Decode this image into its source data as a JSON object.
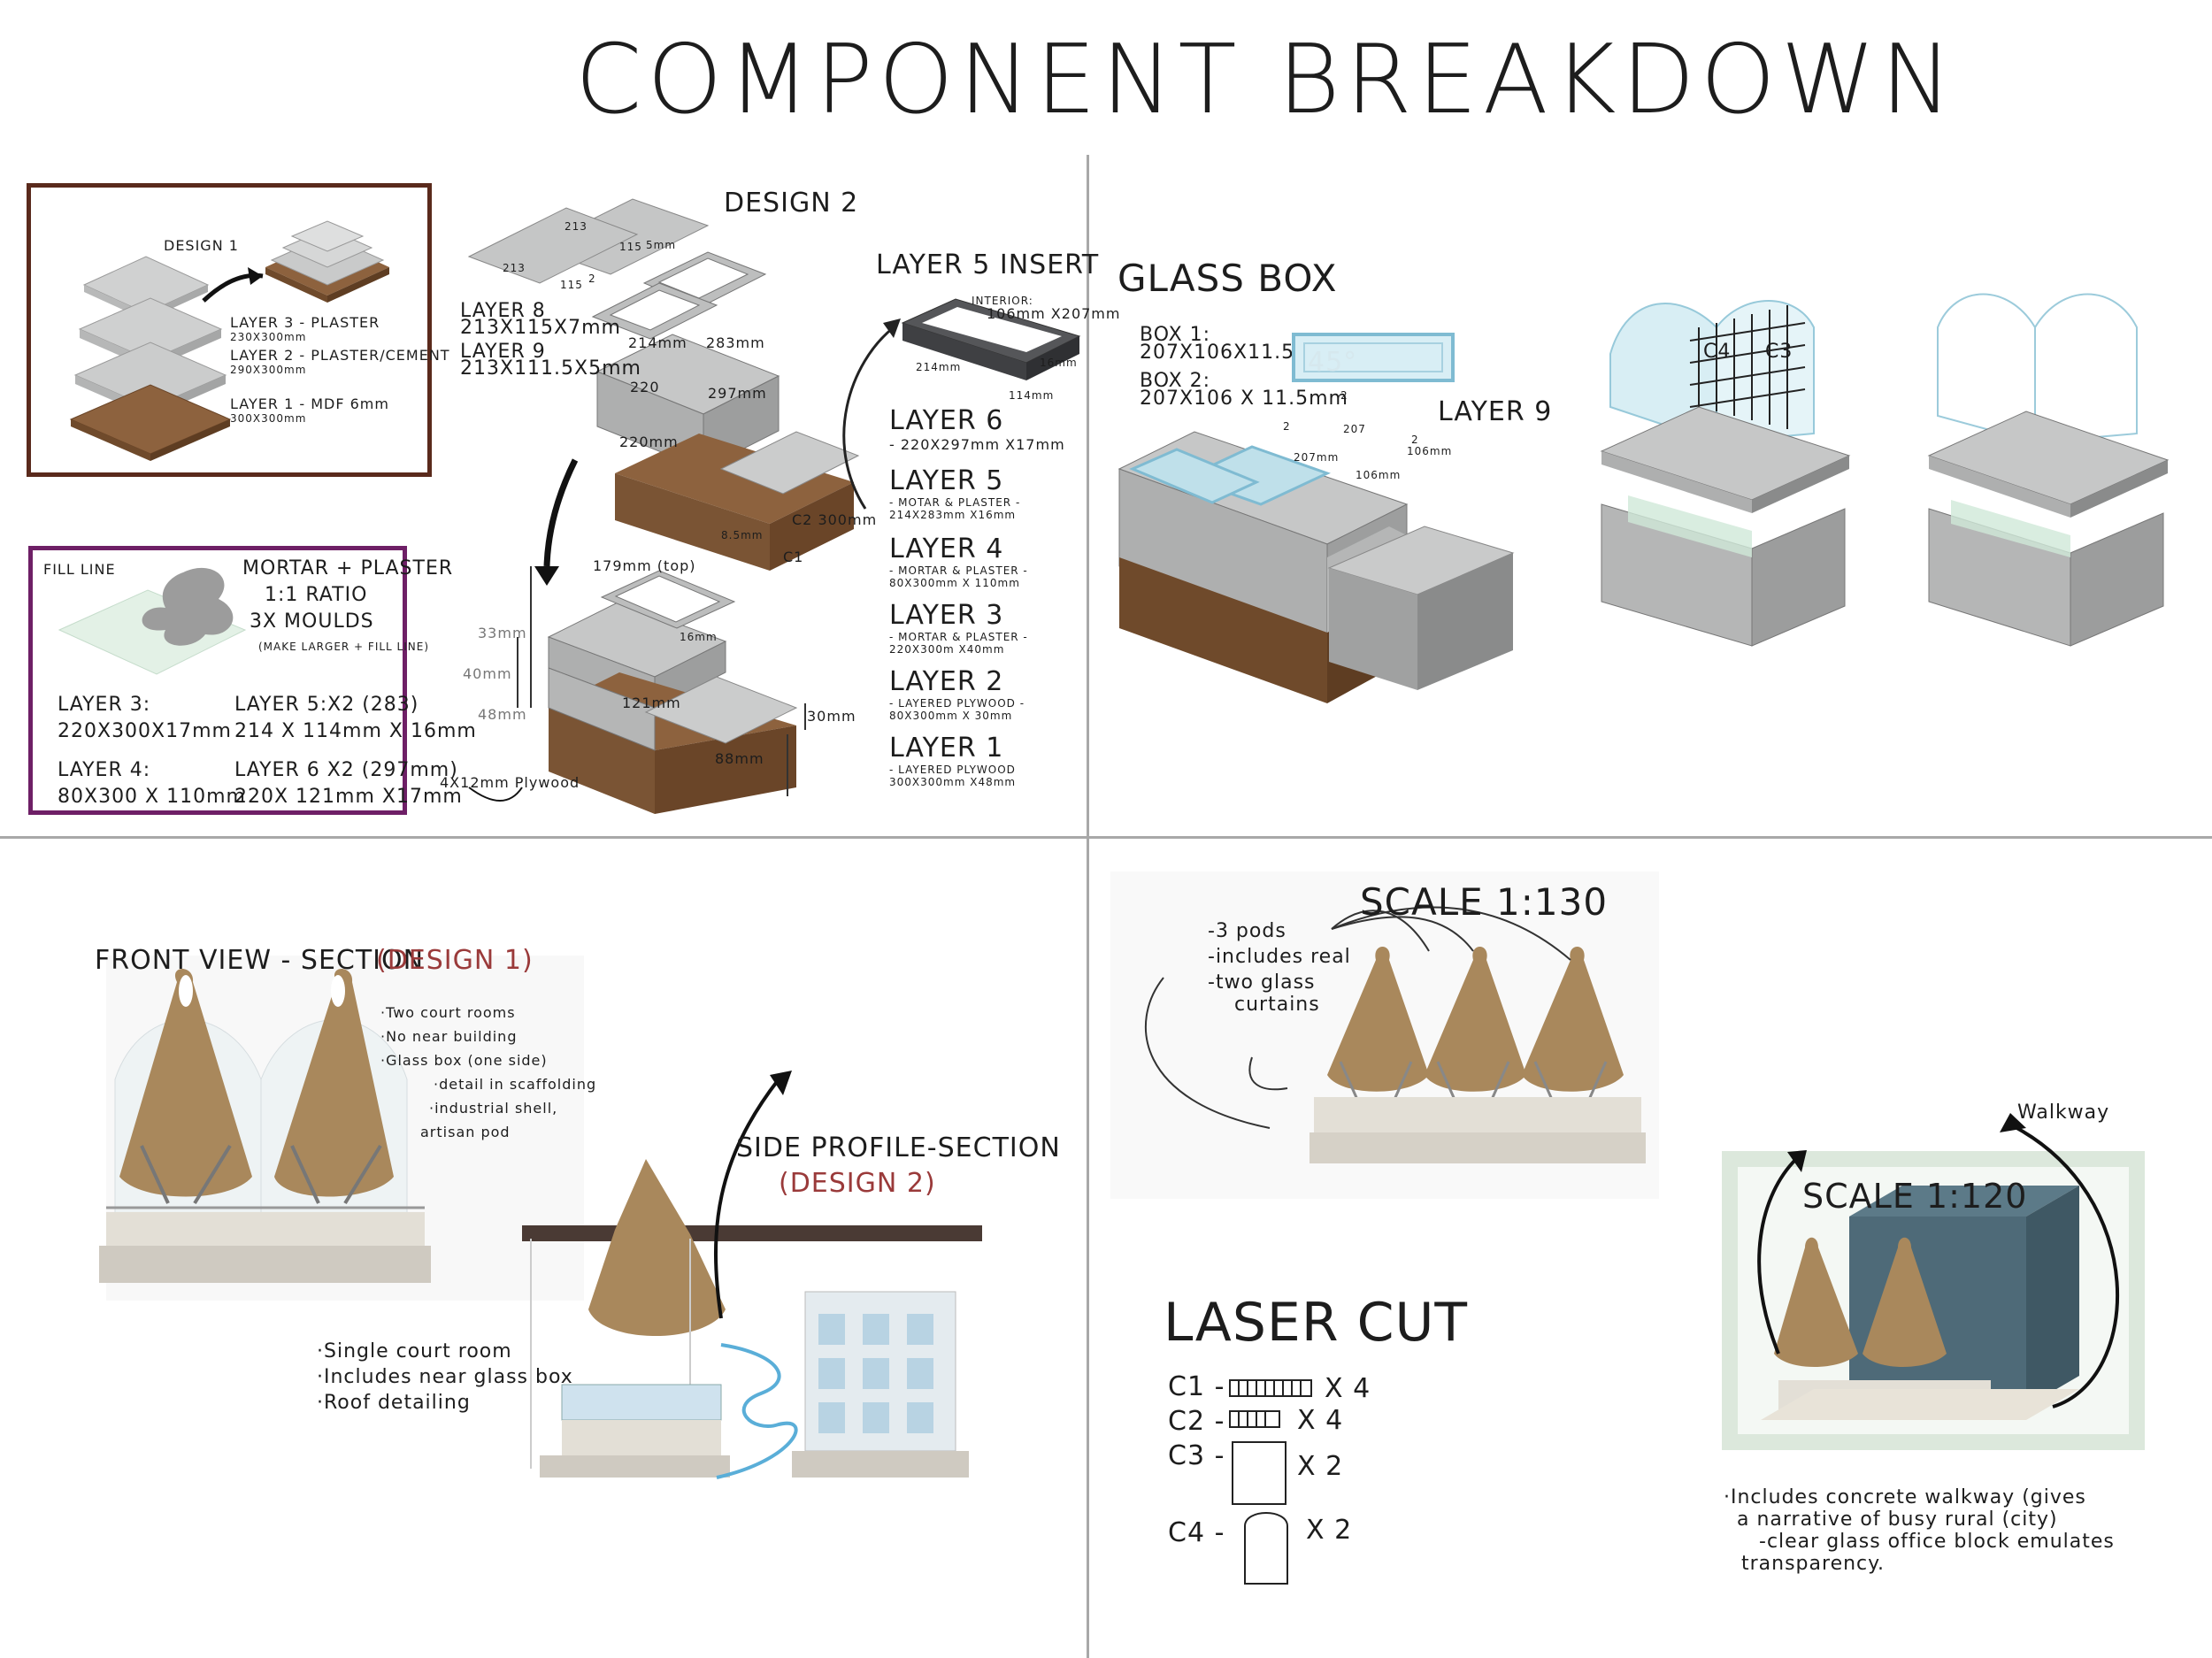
{
  "title": "COMPONENT BREAKDOWN",
  "design1_box": {
    "label": "DESIGN 1",
    "layers": [
      {
        "name": "LAYER 3 - PLASTER",
        "dim": "230X300mm"
      },
      {
        "name": "LAYER 2 - PLASTER/CEMENT",
        "dim": "290X300mm"
      },
      {
        "name": "LAYER 1 - MDF 6mm",
        "dim": "300X300mm"
      }
    ]
  },
  "fill_box": {
    "fill_line": "FILL LINE",
    "heading": "MORTAR + PLASTER",
    "ratio": "1:1 RATIO",
    "moulds": "3X MOULDS",
    "note": "(MAKE LARGER + FILL LINE)",
    "items": [
      {
        "name": "LAYER 3:",
        "dim": "220X300X17mm"
      },
      {
        "name": "LAYER 5:X2 (283)",
        "dim": "214 X 114mm X 16mm"
      },
      {
        "name": "LAYER 4:",
        "dim": "80X300 X 110mm"
      },
      {
        "name": "LAYER 6 X2 (297mm)",
        "dim": "220X 121mm X17mm"
      }
    ]
  },
  "design2": {
    "title": "DESIGN 2",
    "layer8": {
      "name": "LAYER 8",
      "dim": "213X115X7mm"
    },
    "layer9": {
      "name": "LAYER 9",
      "dim": "213X111.5X5mm"
    },
    "insert": {
      "title": "LAYER 5 INSERT",
      "interior": "INTERIOR:",
      "interior_dim": "106mm X207mm",
      "dims": [
        "16mm",
        "214mm",
        "114mm"
      ]
    },
    "layers": [
      {
        "name": "LAYER 6",
        "dim": "- 220X297mm X17mm"
      },
      {
        "name": "LAYER 5",
        "dim": "- MOTAR & PLASTER - 214X283mm X16mm"
      },
      {
        "name": "LAYER 4",
        "dim": "- MORTAR & PLASTER - 80X300mm X 110mm"
      },
      {
        "name": "LAYER 3",
        "dim": "- MORTAR & PLASTER - 220X300m X40mm"
      },
      {
        "name": "LAYER 2",
        "dim": "- LAYERED PLYWOOD - 80X300mm X 30mm"
      },
      {
        "name": "LAYER 1",
        "dim": "- LAYERED PLYWOOD 300X300mm X48mm"
      }
    ],
    "model_labels": [
      "213",
      "115",
      "5mm",
      "213",
      "115",
      "2",
      "214mm",
      "283mm",
      "220",
      "297mm",
      "220mm",
      "C2 300mm",
      "C1",
      "8.5mm"
    ],
    "dim_labels": {
      "top": "179mm (top)",
      "d33": "33mm",
      "d40": "40mm",
      "d48": "48mm",
      "d121": "121mm",
      "d16": "16mm",
      "d30": "30mm",
      "d88": "88mm",
      "plywood": "4X12mm Plywood"
    }
  },
  "glass_box": {
    "title": "GLASS BOX",
    "box1": {
      "name": "BOX 1:",
      "dim": "207X106X11.5mm"
    },
    "box2": {
      "name": "BOX 2:",
      "dim": "207X106 X 11.5mm"
    },
    "layer": "LAYER 9",
    "angle": "45°",
    "small": [
      "2",
      "2",
      "207",
      "207mm",
      "106mm",
      "2",
      "106mm"
    ],
    "grid_labels": [
      "C4",
      "C3"
    ]
  },
  "front_view": {
    "title": "FRONT VIEW - SECTION",
    "subtitle": "(DESIGN 1)",
    "notes": [
      "·Two court rooms",
      "·No near building",
      "·Glass box (one side)",
      "·detail in scaffolding",
      "·industrial shell,",
      "artisan pod"
    ]
  },
  "side_profile": {
    "title": "SIDE PROFILE-SECTION",
    "subtitle": "(DESIGN 2)",
    "notes": [
      "·Single court room",
      "·Includes near glass box",
      "·Roof detailing"
    ]
  },
  "scale130": {
    "title": "SCALE 1:130",
    "notes": [
      "-3 pods",
      "-includes real",
      "-two glass",
      "curtains"
    ]
  },
  "scale120": {
    "title": "SCALE 1:120",
    "walkway": "Walkway",
    "notes": [
      "·Includes concrete walkway (gives",
      "a narrative of busy rural (city)",
      "-clear glass office block emulates",
      "transparency."
    ]
  },
  "laser_cut": {
    "title": "LASER CUT",
    "items": [
      {
        "code": "C1 -",
        "qty": "X 4"
      },
      {
        "code": "C2 -",
        "qty": "X 4"
      },
      {
        "code": "C3 -",
        "qty": "X 2"
      },
      {
        "code": "C4 -",
        "qty": "X 2"
      }
    ]
  },
  "colors": {
    "wood": "#7a5434",
    "plaster": "#c8c9c9",
    "pod": "#a9885c",
    "glass": "#cfe6ee",
    "office": "#4e6a78",
    "design1_border": "#5a2a1c",
    "fill_border": "#6e1f66",
    "accent_red": "#9a3a3a",
    "spring": "#5aaed8"
  }
}
